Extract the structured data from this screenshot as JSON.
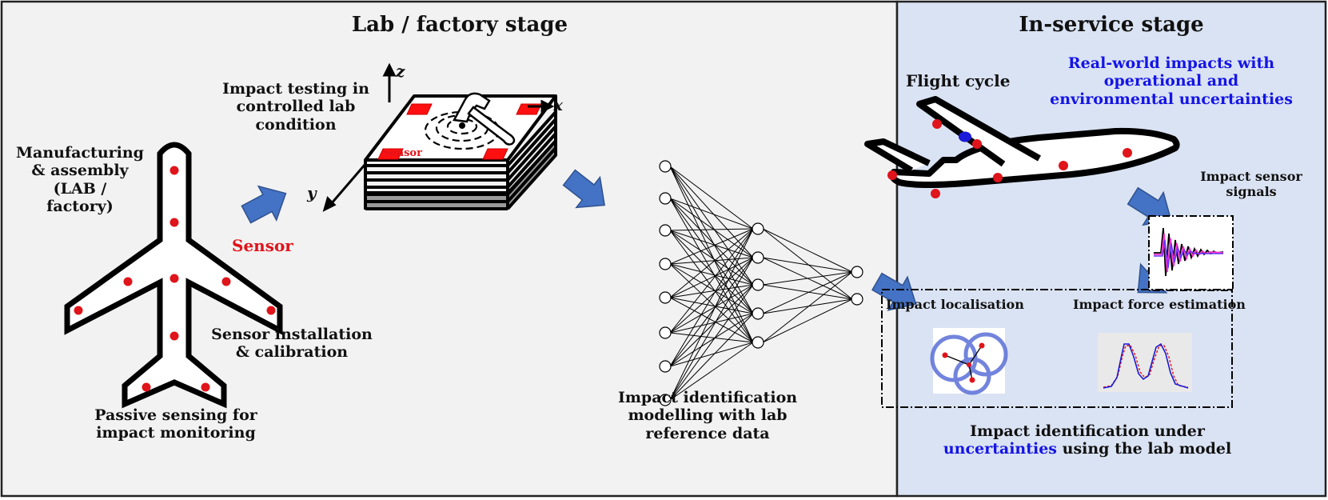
{
  "lab_panel": {
    "title": "Lab / factory stage",
    "manufacturing_label": [
      "Manufacturing",
      "& assembly",
      "(LAB /",
      "factory)"
    ],
    "sensor_label": "Sensor",
    "installation_label": [
      "Sensor installation",
      "& calibration"
    ],
    "passive_label": [
      "Passive sensing for",
      "impact monitoring"
    ],
    "impact_testing_label": [
      "Impact testing in",
      "controlled lab",
      "condition"
    ],
    "plate_sensor_label": "Sensor",
    "axis_x": "x",
    "axis_y": "y",
    "axis_z": "z",
    "nn_label": [
      "Impact identification",
      "modelling with lab",
      "reference data"
    ]
  },
  "service_panel": {
    "title": "In-service stage",
    "flight_cycle_label": "Flight cycle",
    "realworld_label": [
      "Real-world impacts with",
      "operational and",
      "environmental uncertainties"
    ],
    "signals_label": [
      "Impact sensor",
      "signals"
    ],
    "localisation_label": "Impact localisation",
    "force_label": "Impact force estimation",
    "bottom_label_line1": "Impact identification under",
    "bottom_label_highlight": "uncertainties",
    "bottom_label_rest": " using the lab model"
  },
  "colors": {
    "lab_bg": "#f2f2f2",
    "service_bg": "#dae3f3",
    "arrow_fill": "#4472c4",
    "sensor_red": "#e0141b",
    "highlight_blue": "#1414e6"
  }
}
